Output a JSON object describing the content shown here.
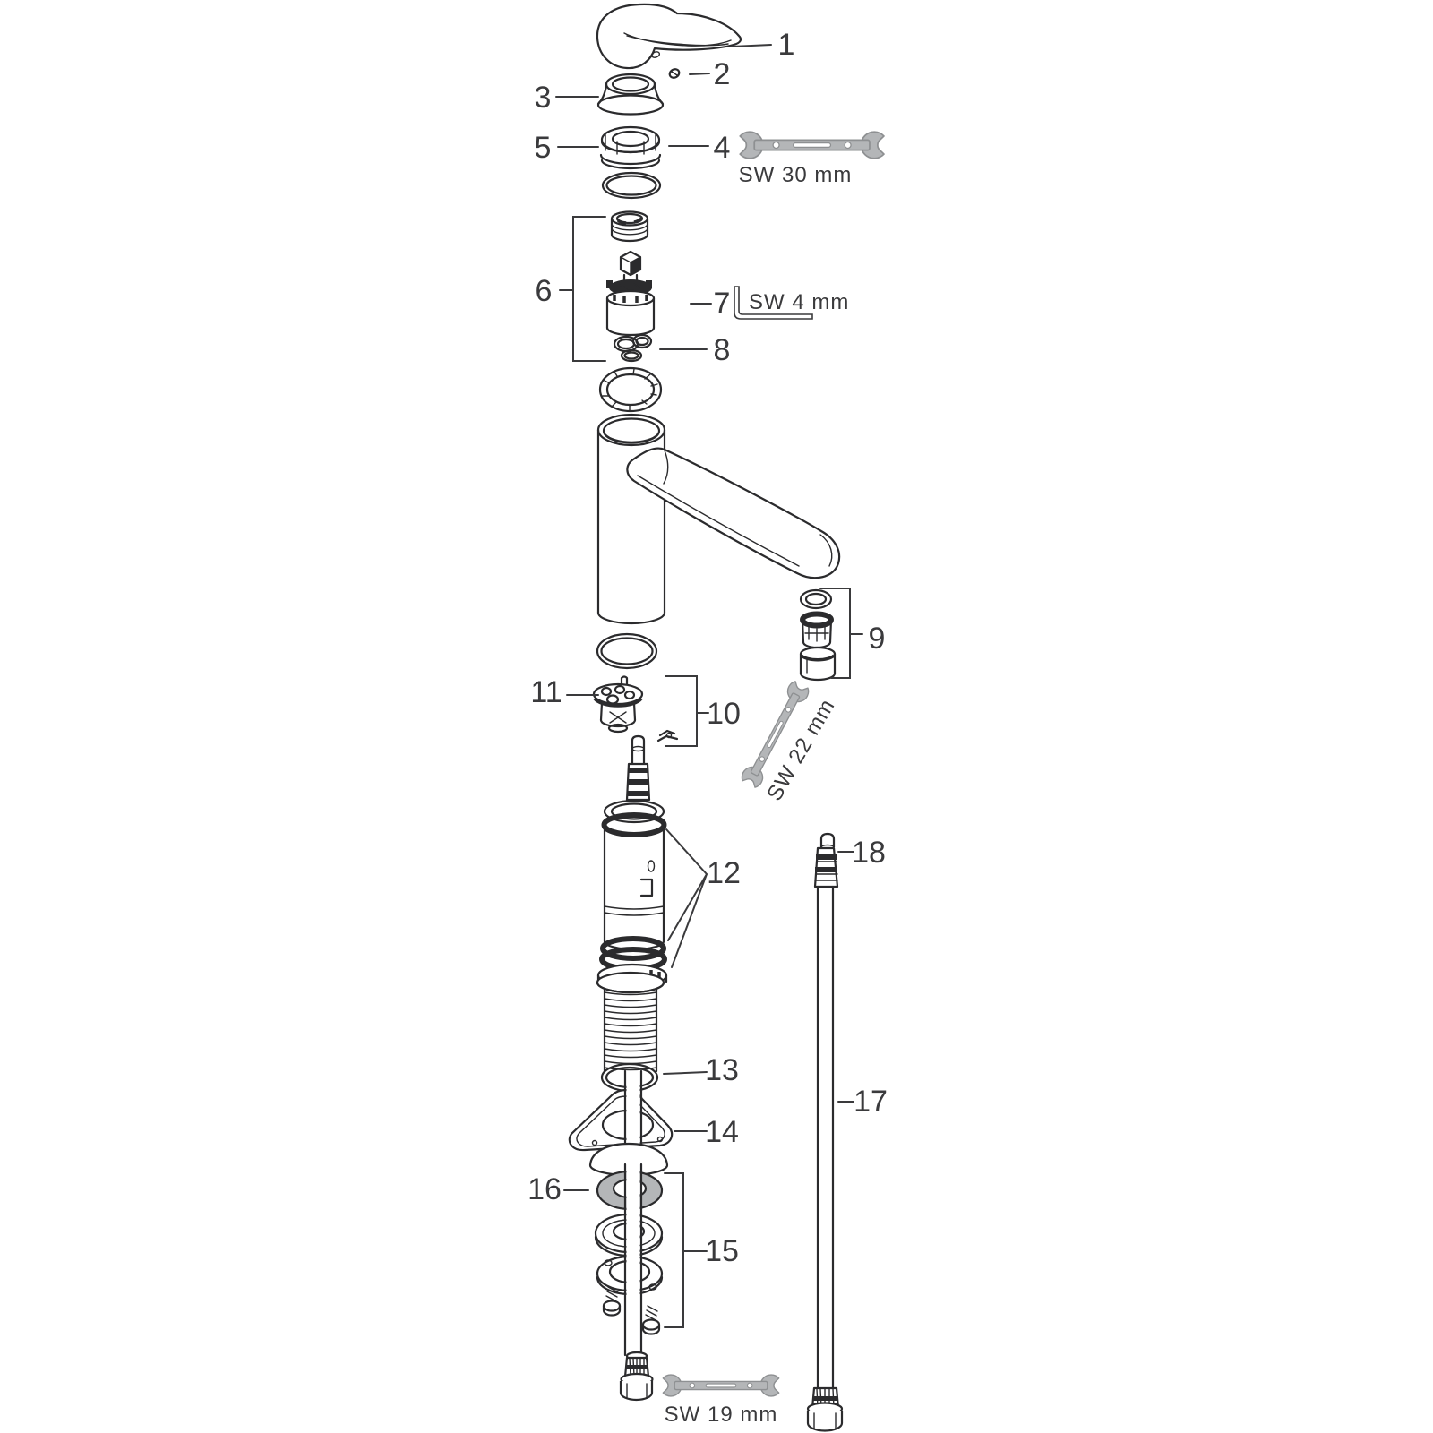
{
  "diagram": {
    "description": "exploded-parts-diagram of single-lever kitchen mixer tap",
    "parts": {
      "1": "1",
      "2": "2",
      "3": "3",
      "4": "4",
      "5": "5",
      "6": "6",
      "7": "7",
      "8": "8",
      "9": "9",
      "10": "10",
      "11": "11",
      "12": "12",
      "13": "13",
      "14": "14",
      "15": "15",
      "16": "16",
      "17": "17",
      "18": "18"
    },
    "tools": {
      "sw30": "SW 30 mm",
      "sw4": "SW 4 mm",
      "sw22": "SW 22 mm",
      "sw19": "SW 19 mm"
    },
    "colors": {
      "background": "#ffffff",
      "line": "#2b2b2d",
      "label": "#3a3a3c",
      "tool_fill": "#b4b6b8",
      "tool_stroke": "#8e9092",
      "washer_fill": "#b4b6b8"
    }
  }
}
